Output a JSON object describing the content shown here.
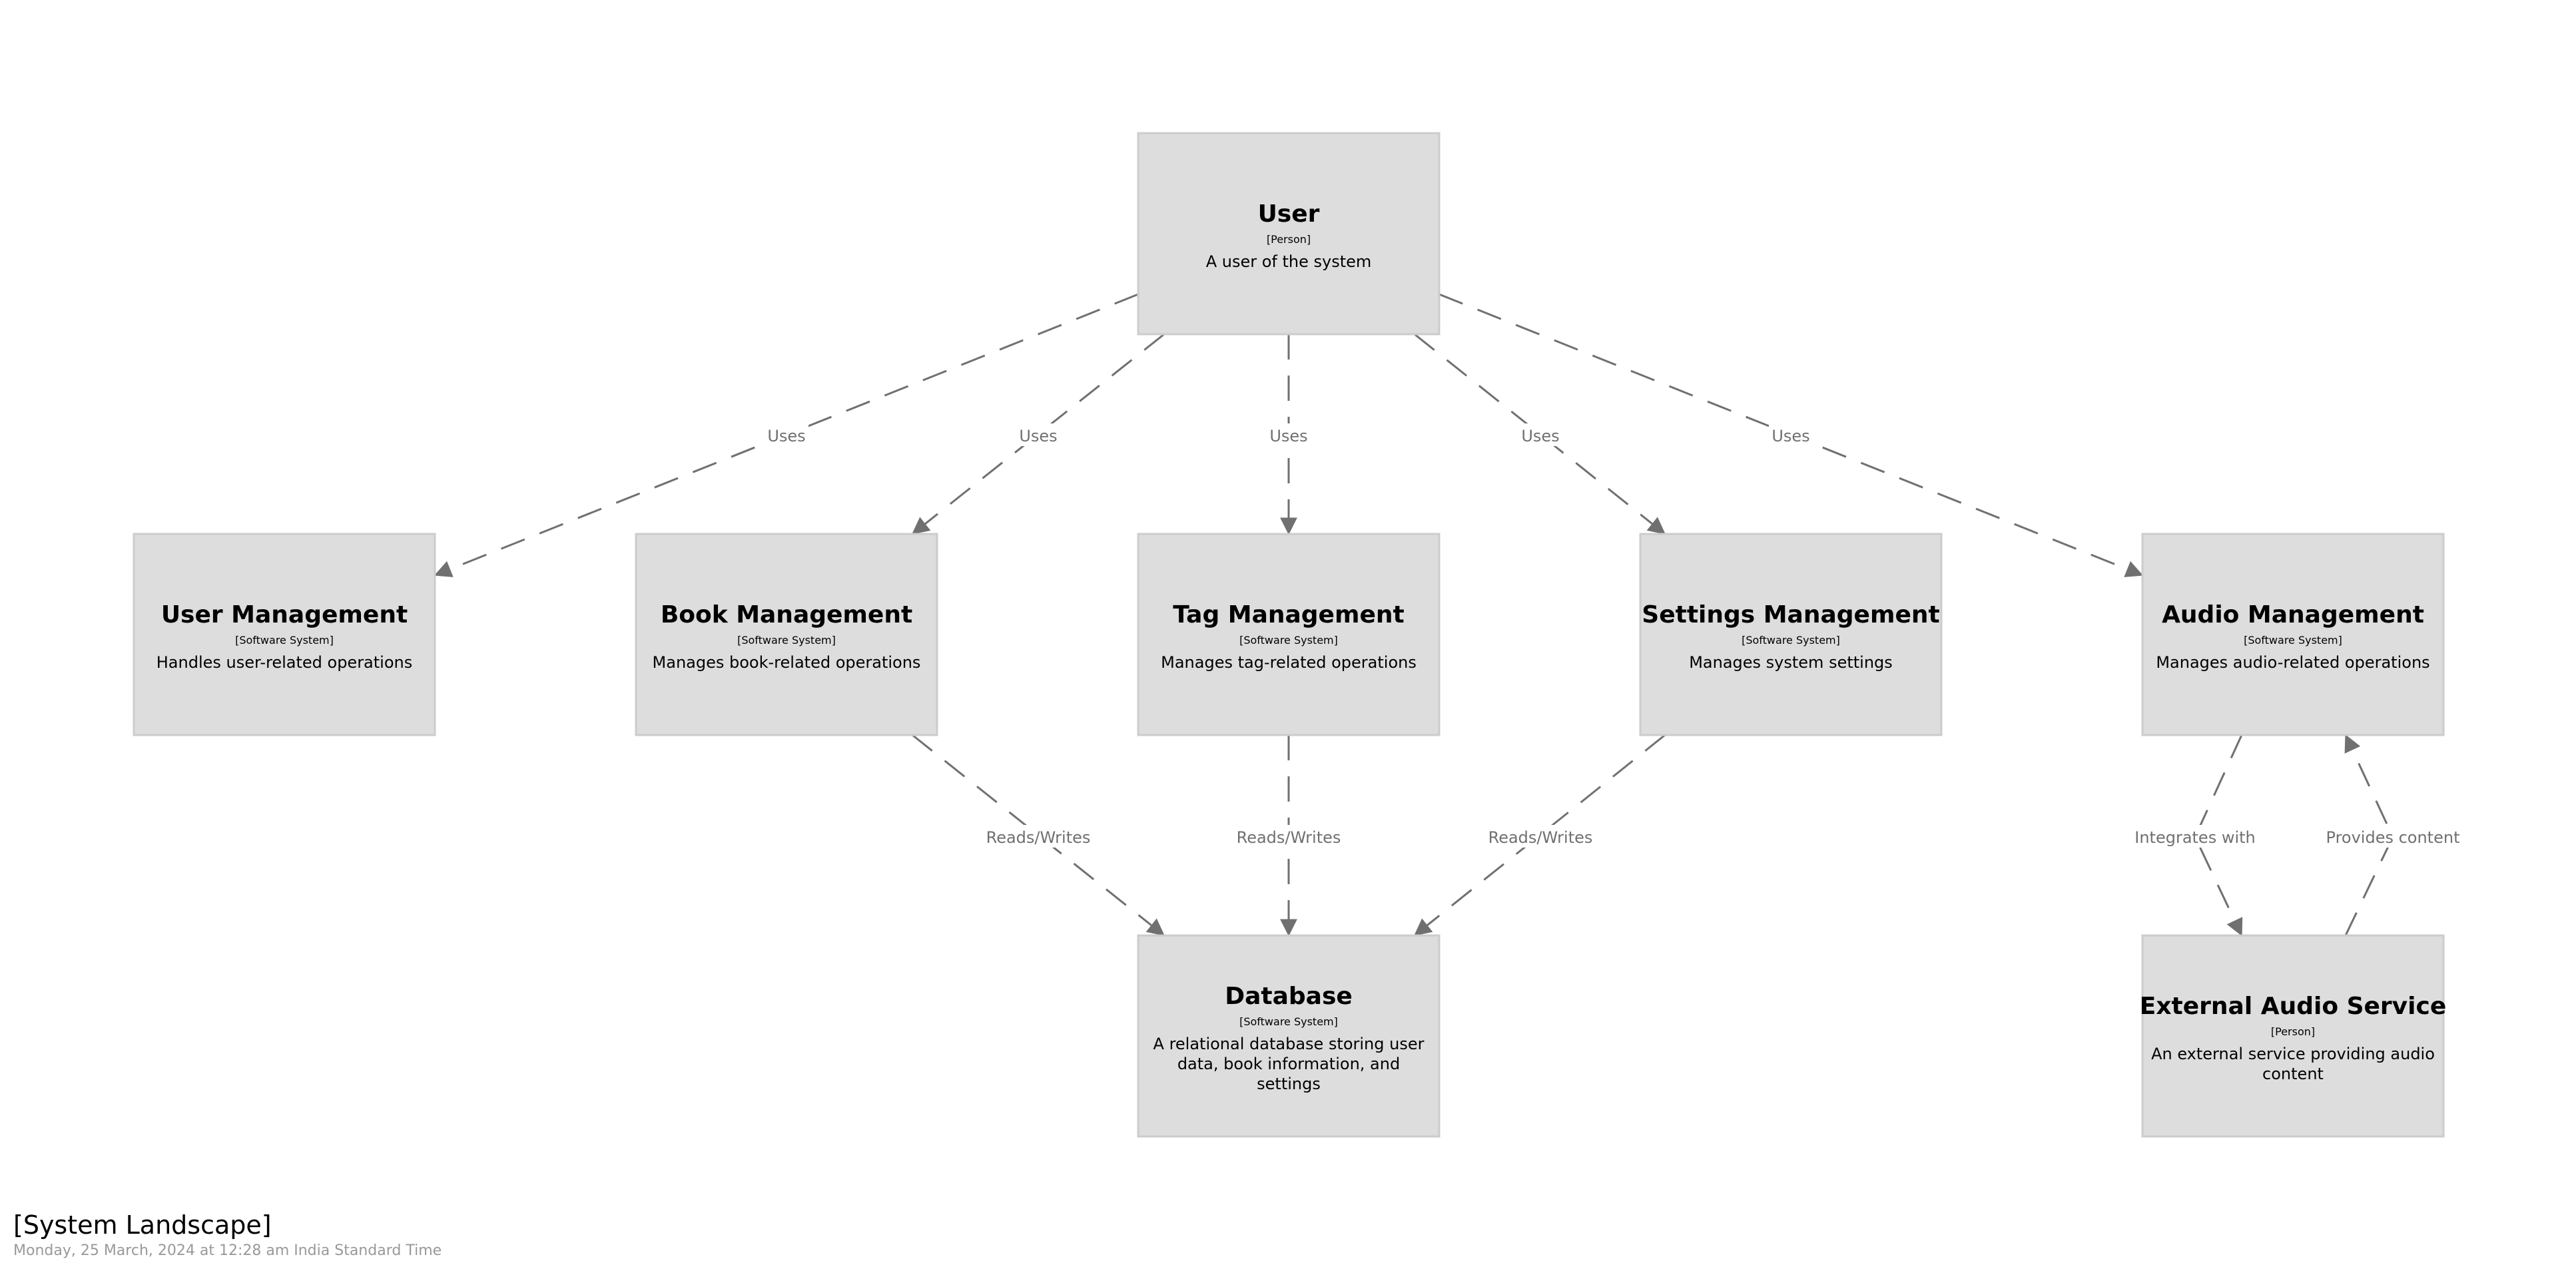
{
  "view": {
    "title": "[System Landscape]",
    "date": "Monday, 25 March, 2024 at 12:28 am India Standard Time"
  },
  "colors": {
    "box_fill": "#dddddd",
    "box_stroke": "#cccccc",
    "edge": "#707070",
    "edge_label": "#707070",
    "date_text": "#999999"
  },
  "elements": {
    "user": {
      "name": "User",
      "type": "[Person]",
      "description": [
        "A user of the system"
      ]
    },
    "user_management": {
      "name": "User Management",
      "type": "[Software System]",
      "description": [
        "Handles user-related operations"
      ]
    },
    "book_management": {
      "name": "Book Management",
      "type": "[Software System]",
      "description": [
        "Manages book-related operations"
      ]
    },
    "tag_management": {
      "name": "Tag Management",
      "type": "[Software System]",
      "description": [
        "Manages tag-related operations"
      ]
    },
    "settings_management": {
      "name": "Settings Management",
      "type": "[Software System]",
      "description": [
        "Manages system settings"
      ]
    },
    "audio_management": {
      "name": "Audio Management",
      "type": "[Software System]",
      "description": [
        "Manages audio-related operations"
      ]
    },
    "database": {
      "name": "Database",
      "type": "[Software System]",
      "description": [
        "A relational database storing user",
        "data, book information, and",
        "settings"
      ]
    },
    "external_audio_service": {
      "name": "External Audio Service",
      "type": "[Person]",
      "description": [
        "An external service providing audio",
        "content"
      ]
    }
  },
  "relationships": [
    {
      "id": "user-uses-user-management",
      "from": "user",
      "to": "user_management",
      "label": "Uses"
    },
    {
      "id": "user-uses-book-management",
      "from": "user",
      "to": "book_management",
      "label": "Uses"
    },
    {
      "id": "user-uses-tag-management",
      "from": "user",
      "to": "tag_management",
      "label": "Uses"
    },
    {
      "id": "user-uses-settings-management",
      "from": "user",
      "to": "settings_management",
      "label": "Uses"
    },
    {
      "id": "user-uses-audio-management",
      "from": "user",
      "to": "audio_management",
      "label": "Uses"
    },
    {
      "id": "book-management-reads-writes-database",
      "from": "book_management",
      "to": "database",
      "label": "Reads/Writes"
    },
    {
      "id": "tag-management-reads-writes-database",
      "from": "tag_management",
      "to": "database",
      "label": "Reads/Writes"
    },
    {
      "id": "settings-management-reads-writes-database",
      "from": "settings_management",
      "to": "database",
      "label": "Reads/Writes"
    },
    {
      "id": "audio-management-integrates-with-external",
      "from": "audio_management",
      "to": "external_audio_service",
      "label": "Integrates with"
    },
    {
      "id": "external-provides-content-audio-management",
      "from": "external_audio_service",
      "to": "audio_management",
      "label": "Provides content"
    }
  ]
}
